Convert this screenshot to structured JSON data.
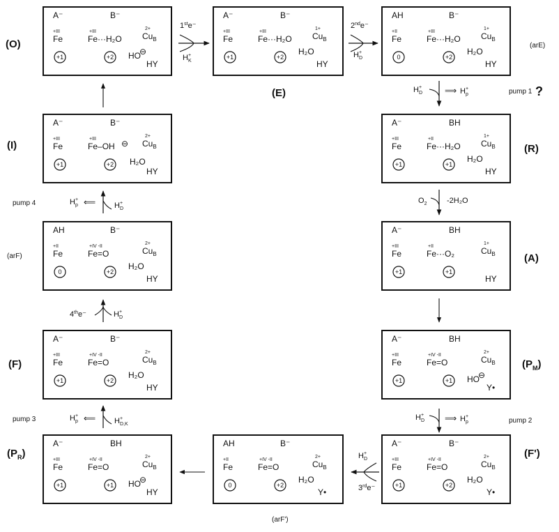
{
  "states": [
    {
      "id": "O",
      "label": "(O)",
      "site_a": "A⁻",
      "site_b": "B⁻",
      "fe_a_ox": "+III",
      "fe_b_ox": "+III",
      "fe_b_ligand": "···H₂O",
      "cu_charge": "2+",
      "cu_text": "Cu",
      "cu_sub": "B",
      "circle_a": "+1",
      "circle_b": "+2",
      "extras": [
        "HO",
        "⊖",
        "HY"
      ],
      "note": ""
    },
    {
      "id": "E",
      "label": "(E)",
      "site_a": "A⁻",
      "site_b": "B⁻",
      "fe_a_ox": "+III",
      "fe_b_ox": "+III",
      "fe_b_ligand": "···H₂O",
      "cu_charge": "1+",
      "cu_text": "Cu",
      "cu_sub": "B",
      "circle_a": "+1",
      "circle_b": "+2",
      "extras": [
        "H₂O",
        "HY"
      ],
      "note": ""
    },
    {
      "id": "arE",
      "label": "",
      "site_a": "AH",
      "site_b": "B⁻",
      "fe_a_ox": "+II",
      "fe_b_ox": "+III",
      "fe_b_ligand": "···H₂O",
      "cu_charge": "1+",
      "cu_text": "Cu",
      "cu_sub": "B",
      "circle_a": "0",
      "circle_b": "+2",
      "extras": [
        "H₂O",
        "HY"
      ],
      "note": "(arE)"
    },
    {
      "id": "I",
      "label": "(I)",
      "site_a": "A⁻",
      "site_b": "B⁻",
      "fe_a_ox": "+III",
      "fe_b_ox": "+III",
      "fe_b_ligand": "–OH",
      "cu_charge": "2+",
      "cu_text": "Cu",
      "cu_sub": "B",
      "circle_a": "+1",
      "circle_b": "+2",
      "extras": [
        "⊖",
        "H₂O",
        "HY"
      ],
      "note": ""
    },
    {
      "id": "R",
      "label": "(R)",
      "site_a": "A⁻",
      "site_b": "BH",
      "fe_a_ox": "+III",
      "fe_b_ox": "+II",
      "fe_b_ligand": "···H₂O",
      "cu_charge": "1+",
      "cu_text": "Cu",
      "cu_sub": "B",
      "circle_a": "+1",
      "circle_b": "+1",
      "extras": [
        "H₂O",
        "HY"
      ],
      "note": ""
    },
    {
      "id": "arF",
      "label": "",
      "site_a": "AH",
      "site_b": "B⁻",
      "fe_a_ox": "+II",
      "fe_b_ox": "+IV  -II",
      "fe_b_ligand": "=O",
      "cu_charge": "2+",
      "cu_text": "Cu",
      "cu_sub": "B",
      "circle_a": "0",
      "circle_b": "+2",
      "extras": [
        "H₂O",
        "HY"
      ],
      "note": "(arF)"
    },
    {
      "id": "A",
      "label": "(A)",
      "site_a": "A⁻",
      "site_b": "BH",
      "fe_a_ox": "+III",
      "fe_b_ox": "+II",
      "fe_b_ligand": "···O₂",
      "cu_charge": "1+",
      "cu_text": "Cu",
      "cu_sub": "B",
      "circle_a": "+1",
      "circle_b": "+1",
      "extras": [
        "HY"
      ],
      "note": ""
    },
    {
      "id": "F",
      "label": "(F)",
      "site_a": "A⁻",
      "site_b": "B⁻",
      "fe_a_ox": "+III",
      "fe_b_ox": "+IV  -II",
      "fe_b_ligand": "=O",
      "cu_charge": "2+",
      "cu_text": "Cu",
      "cu_sub": "B",
      "circle_a": "+1",
      "circle_b": "+2",
      "extras": [
        "H₂O",
        "HY"
      ],
      "note": ""
    },
    {
      "id": "PM",
      "label": "(P",
      "label_sub": "M",
      "site_a": "A⁻",
      "site_b": "BH",
      "fe_a_ox": "+III",
      "fe_b_ox": "+IV  -II",
      "fe_b_ligand": "=O",
      "cu_charge": "2+",
      "cu_text": "Cu",
      "cu_sub": "B",
      "circle_a": "+1",
      "circle_b": "+1",
      "extras": [
        "HO",
        "⊖",
        "Y•"
      ],
      "note": ""
    },
    {
      "id": "PR",
      "label": "(P",
      "label_sub": "R",
      "site_a": "A⁻",
      "site_b": "BH",
      "fe_a_ox": "+III",
      "fe_b_ox": "+IV  -II",
      "fe_b_ligand": "=O",
      "cu_charge": "2+",
      "cu_text": "Cu",
      "cu_sub": "B",
      "circle_a": "+1",
      "circle_b": "+1",
      "extras": [
        "HO",
        "⊖",
        "HY"
      ],
      "note": ""
    },
    {
      "id": "arFp",
      "label": "",
      "site_a": "AH",
      "site_b": "B⁻",
      "fe_a_ox": "+II",
      "fe_b_ox": "+IV  -II",
      "fe_b_ligand": "=O",
      "cu_charge": "2+",
      "cu_text": "Cu",
      "cu_sub": "B",
      "circle_a": "0",
      "circle_b": "+2",
      "extras": [
        "H₂O",
        "Y•"
      ],
      "note": "(arF')"
    },
    {
      "id": "Fp",
      "label": "(F')",
      "site_a": "A⁻",
      "site_b": "B⁻",
      "fe_a_ox": "+III",
      "fe_b_ox": "+IV  -II",
      "fe_b_ligand": "=O",
      "cu_charge": "2+",
      "cu_text": "Cu",
      "cu_sub": "B",
      "circle_a": "+1",
      "circle_b": "+2",
      "extras": [
        "H₂O",
        "Y•"
      ],
      "note": ""
    }
  ],
  "fe_text": "Fe",
  "transitions": {
    "e1": {
      "electron": "1",
      "electron_sup": "st",
      "electron_tail": "e⁻",
      "proton": "H",
      "proton_sub": "K",
      "proton_sup": "+"
    },
    "e2": {
      "electron": "2",
      "electron_sup": "nd",
      "electron_tail": "e⁻",
      "proton": "H",
      "proton_sub": "D",
      "proton_sup": "+"
    },
    "e3": {
      "electron": "3",
      "electron_sup": "rd",
      "electron_tail": "e⁻",
      "proton": "H",
      "proton_sub": "D",
      "proton_sup": "+"
    },
    "e4": {
      "electron": "4",
      "electron_sup": "th",
      "electron_tail": "e⁻",
      "proton": "H",
      "proton_sub": "D",
      "proton_sup": "+"
    },
    "o2": {
      "reactant": "O",
      "reactant_sub": "2",
      "product": "-2H₂O"
    }
  },
  "pumps": [
    {
      "label": "pump 1",
      "mark": "?",
      "in_sub": "D",
      "out_sub": "p"
    },
    {
      "label": "pump 2",
      "mark": "",
      "in_sub": "D",
      "out_sub": "p"
    },
    {
      "label": "pump 3",
      "mark": "",
      "in_sub": "D,K",
      "out_sub": "p"
    },
    {
      "label": "pump 4",
      "mark": "",
      "in_sub": "D",
      "out_sub": "p"
    }
  ]
}
